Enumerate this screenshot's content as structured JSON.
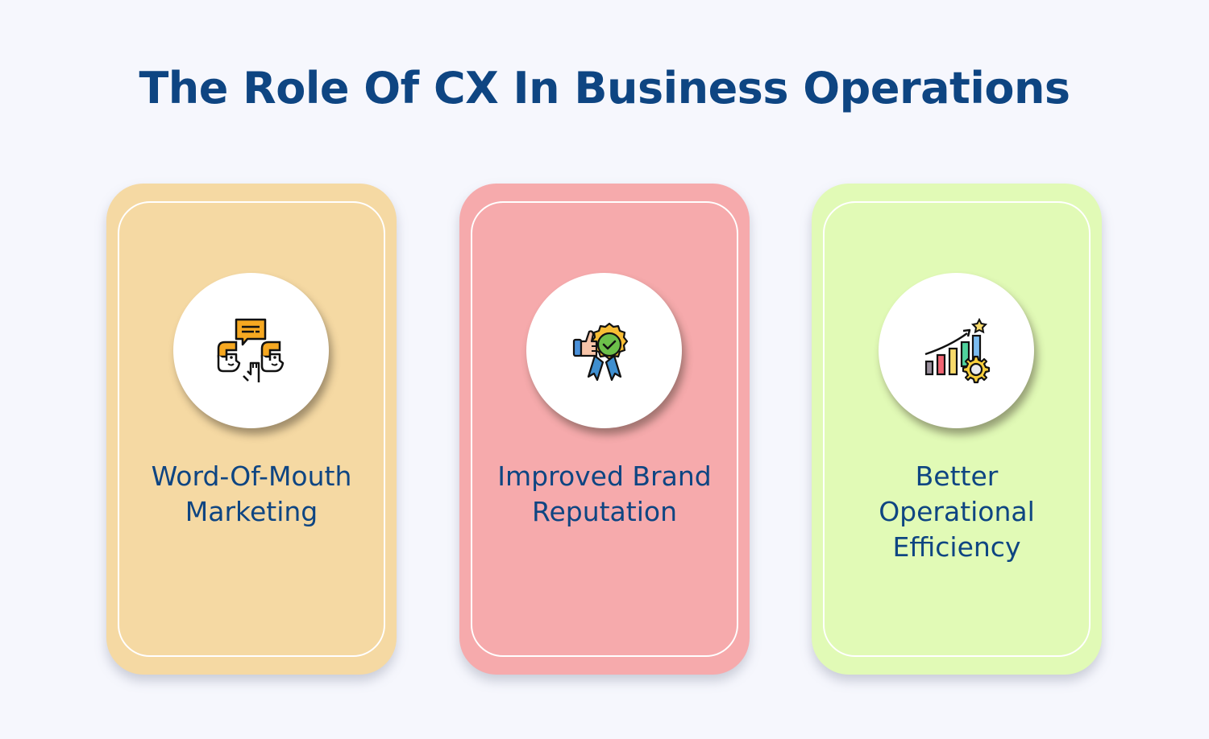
{
  "title": "The Role Of CX In Business Operations",
  "colors": {
    "background": "#f6f7fd",
    "title_text": "#0e4582",
    "card_1": "#f5d9a3",
    "card_2": "#f6aaac",
    "card_3": "#e1fab6"
  },
  "cards": [
    {
      "label": "Word-Of-Mouth\nMarketing",
      "icon": "word-of-mouth-people-talking-icon"
    },
    {
      "label": "Improved Brand\nReputation",
      "icon": "thumbs-up-award-badge-icon"
    },
    {
      "label": "Better\nOperational\nEfficiency",
      "icon": "growth-chart-gear-icon"
    }
  ]
}
